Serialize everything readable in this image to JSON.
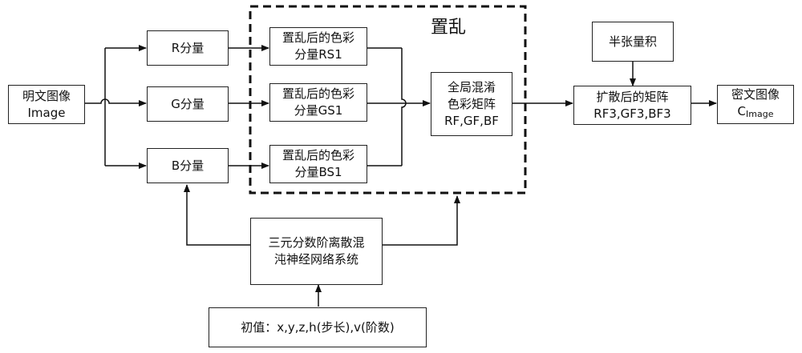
{
  "diagram": {
    "group_title": "置乱",
    "plain_image": {
      "line1": "明文图像",
      "line2": "Image"
    },
    "r_component": "R分量",
    "g_component": "G分量",
    "b_component": "B分量",
    "rs1": {
      "line1": "置乱后的色彩",
      "line2": "分量RS1"
    },
    "gs1": {
      "line1": "置乱后的色彩",
      "line2": "分量GS1"
    },
    "bs1": {
      "line1": "置乱后的色彩",
      "line2": "分量BS1"
    },
    "global_mix": {
      "line1": "全局混淆",
      "line2": "色彩矩阵",
      "line3": "RF,GF,BF"
    },
    "half_tensor": "半张量积",
    "diffused": {
      "line1": "扩散后的矩阵",
      "line2": "RF3,GF3,BF3"
    },
    "cipher": {
      "line1": "密文图像",
      "line2_main": "C",
      "line2_sub": "Image"
    },
    "chaos_system": {
      "line1": "三元分数阶离散混",
      "line2": "沌神经网络系统"
    },
    "initial_values": "初值：x,y,z,h(步长),v(阶数)"
  }
}
